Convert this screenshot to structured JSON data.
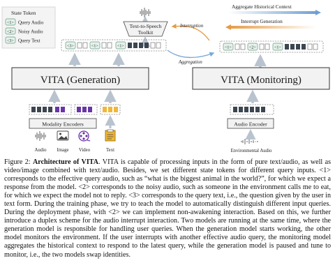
{
  "figure": {
    "state_token": {
      "title": "State Token",
      "items": [
        {
          "tag": "<1>",
          "label": "Query Audio"
        },
        {
          "tag": "<2>",
          "label": "Noisy Audio"
        },
        {
          "tag": "<3>",
          "label": "Query Text"
        }
      ]
    },
    "tts_toolkit": {
      "line1": "Text-to-Speech",
      "line2": "Toolkit"
    },
    "interruption_label": "Interruption",
    "aggregation_label": "Aggregation",
    "legend": {
      "aggregate": "Aggregate Historical Context",
      "interrupt": "Interrupt Generation"
    },
    "gen_seq": {
      "tag1": "<3>",
      "tag2": "<1>",
      "tag3": "<1>"
    },
    "mon_seq": {
      "tag1": "<1>",
      "tag2": "<2>",
      "tag3": "<1>"
    },
    "vita_generation": "VITA (Generation)",
    "vita_monitoring": "VITA (Monitoring)",
    "modality_encoders": "Modality Encoders",
    "audio_encoder": "Audio Encoder",
    "modalities": [
      {
        "label": "Audio",
        "icon": "waveform-icon"
      },
      {
        "label": "Image",
        "icon": "image-icon"
      },
      {
        "label": "Video",
        "icon": "film-reel-icon"
      },
      {
        "label": "Text",
        "icon": "text-doc-icon"
      }
    ],
    "environmental_audio": "Environmental Audio"
  },
  "caption": {
    "label": "Figure 2: ",
    "title": "Architecture of VITA",
    "body": ". VITA is capable of processing inputs in the form of pure text/audio, as well as video/image combined with text/audio. Besides, we set different state tokens for different query inputs. <1> corresponds to the effective query audio, such as “what is the biggest animal in the world?”, for which we expect a response from the model. <2> corresponds to the noisy audio, such as someone in the environment calls me to eat, for which we expect the model not to reply. <3> corresponds to the query text, i.e., the question given by the user in text form. During the training phase, we try to teach the model to automatically distinguish different input queries. During the deployment phase, with <2> we can implement non-awakening interaction. Based on this, we further introduce a duplex scheme for the audio interrupt interaction. Two models are running at the same time, where the generation model is responsible for handling user queries. When the generation model starts working, the other model monitors the environment. If the user interrupts with another effective audio query, the monitoring model aggregates the historical context to respond to the latest query, while the generation model is paused and tune to monitor, i.e., the two models swap identities."
  },
  "colors": {
    "token_green": "#e6f2ec",
    "token_green_border": "#5f9a7e",
    "panel_gray": "#f2f2f2",
    "arrow_gray": "#b9c3cf",
    "aggregate_blue": "#7aa8d8",
    "interrupt_orange": "#e69a45",
    "image_purple": "#6a35a8",
    "text_yellow": "#f2b735",
    "dark_token": "#3c4651"
  }
}
